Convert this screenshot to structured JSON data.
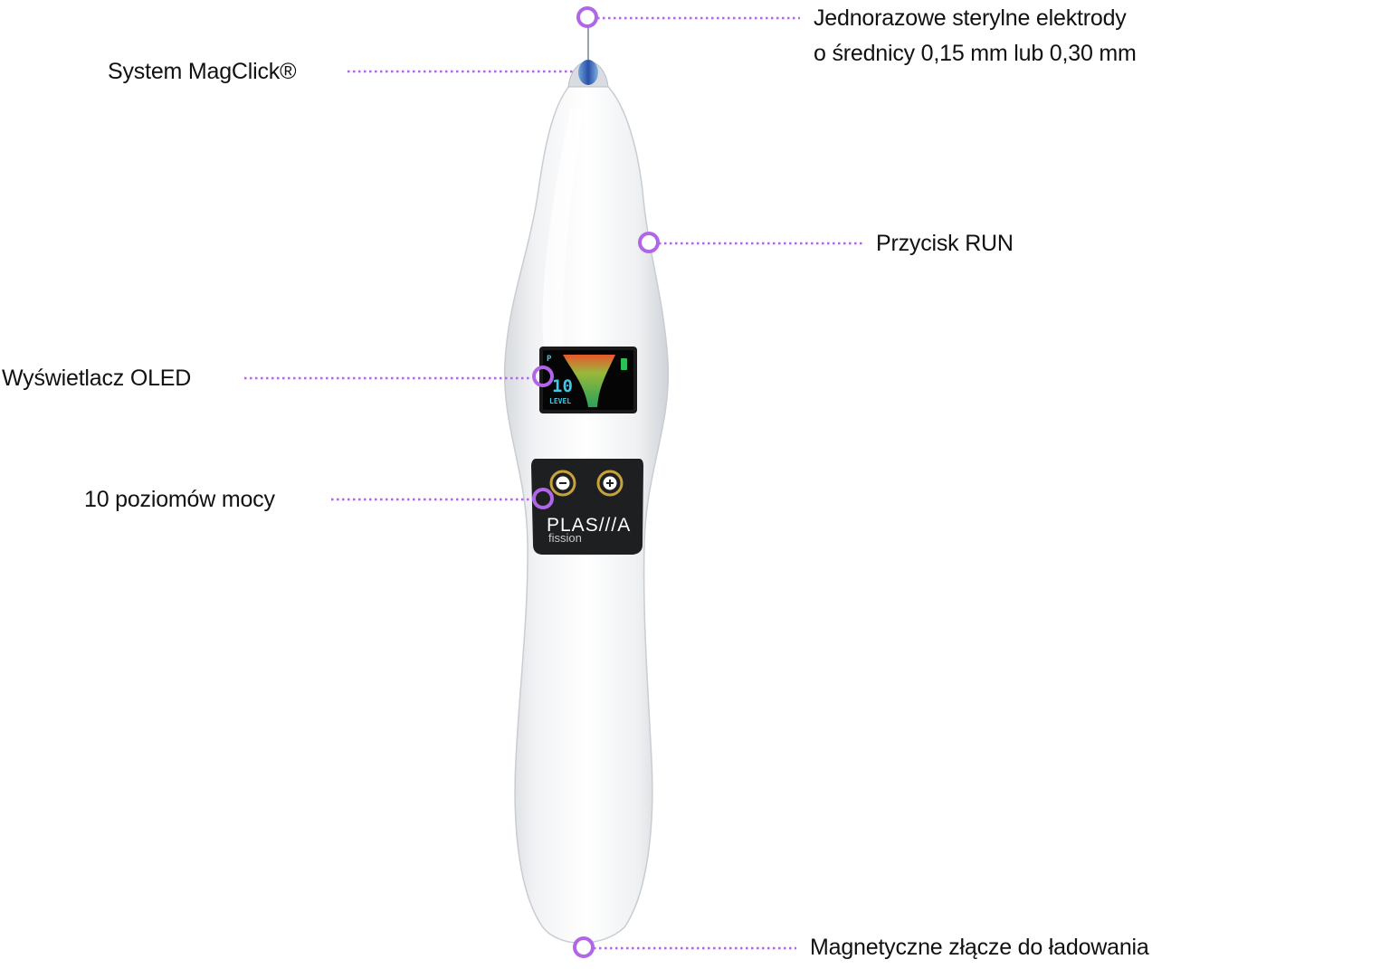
{
  "colors": {
    "accent": "#b066e8",
    "label_text": "#111111",
    "device_body": "#f4f5f7",
    "control_panel": "#1e1f21",
    "button_ring": "#c8a23a",
    "oled_accent": "#3fc8e8"
  },
  "callouts": {
    "electrodes": {
      "line1": "Jednorazowe sterylne elektrody",
      "line2": "o średnicy  0,15 mm lub 0,30 mm"
    },
    "magclick": "System MagClick®",
    "run_button": "Przycisk RUN",
    "oled_display": "Wyświetlacz OLED",
    "power_levels": "10 poziomów mocy",
    "charging": "Magnetyczne złącze do ładowania"
  },
  "device": {
    "oled": {
      "mode": "P",
      "level_value": "10",
      "level_label": "LEVEL"
    },
    "panel": {
      "minus_icon": "minus-icon",
      "plus_icon": "plus-icon",
      "brand_line1": "PLAS///A",
      "brand_line2": "fission"
    }
  }
}
